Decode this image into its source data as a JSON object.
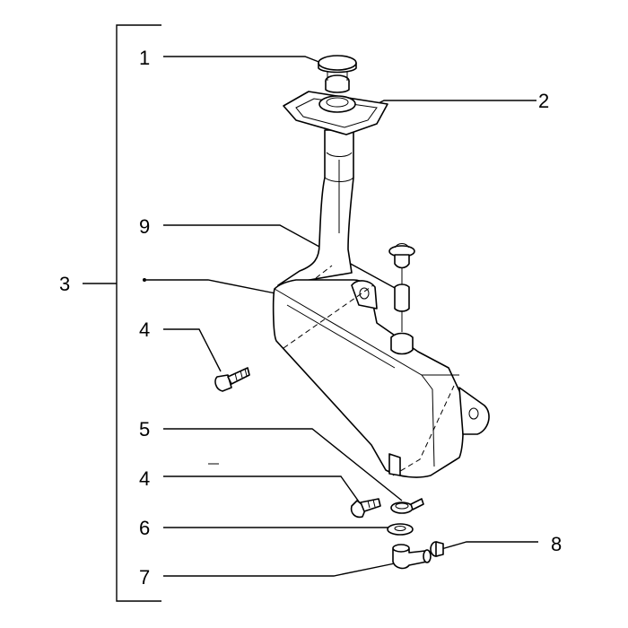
{
  "callouts": [
    {
      "id": "1",
      "text": "1"
    },
    {
      "id": "2",
      "text": "2"
    },
    {
      "id": "3",
      "text": "3"
    },
    {
      "id": "4a",
      "text": "4"
    },
    {
      "id": "4b",
      "text": "4"
    },
    {
      "id": "5",
      "text": "5"
    },
    {
      "id": "6",
      "text": "6"
    },
    {
      "id": "7",
      "text": "7"
    },
    {
      "id": "8",
      "text": "8"
    },
    {
      "id": "9",
      "text": "9"
    }
  ]
}
